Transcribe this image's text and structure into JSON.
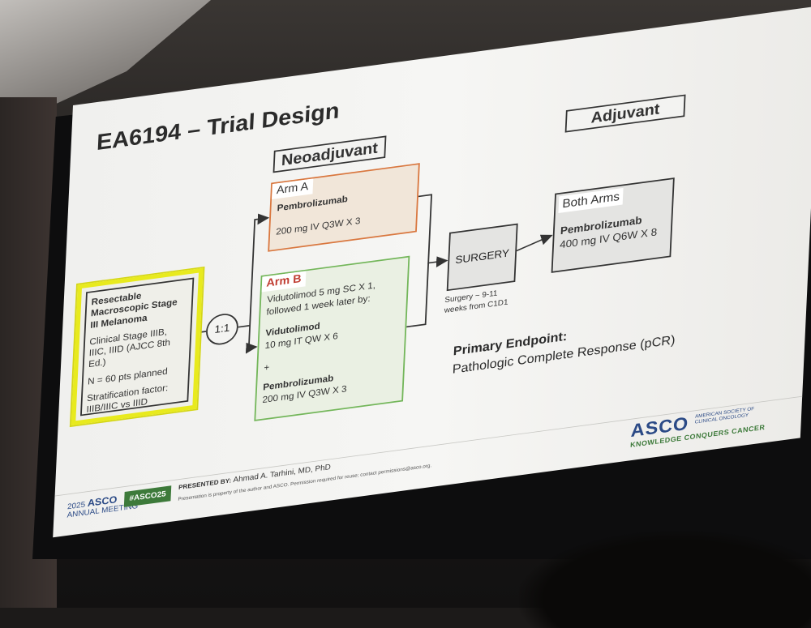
{
  "slide": {
    "title": "EA6194 – Trial Design",
    "phase_neoadjuvant": "Neoadjuvant",
    "phase_adjuvant": "Adjuvant",
    "population": {
      "heading": "Resectable Macroscopic Stage III Melanoma",
      "stage": "Clinical Stage IIIB, IIIC, IIID (AJCC 8th Ed.)",
      "n": "N = 60 pts planned",
      "strat_label": "Stratification factor:",
      "strat_value": "IIIB/IIIC vs IIID"
    },
    "randomization": "1:1",
    "arm_a": {
      "label": "Arm A",
      "drug": "Pembrolizumab",
      "dose": "200 mg IV Q3W X 3"
    },
    "arm_b": {
      "label": "Arm B",
      "line1": "Vidutolimod 5 mg SC X 1,",
      "line2": "followed 1 week later by:",
      "drug1": "Vidutolimod",
      "dose1": "10 mg IT QW X 6",
      "plus": "+",
      "drug2": "Pembrolizumab",
      "dose2": "200 mg IV Q3W X 3"
    },
    "surgery": {
      "label": "SURGERY",
      "note1": "Surgery ~ 9-11",
      "note2": "weeks from C1D1"
    },
    "both_arms": {
      "label": "Both Arms",
      "drug": "Pembrolizumab",
      "dose": "400 mg IV Q6W X 8"
    },
    "endpoint": {
      "title": "Primary Endpoint:",
      "text": "Pathologic Complete Response (pCR)"
    },
    "footer": {
      "year": "2025",
      "asco": "ASCO",
      "meeting": "ANNUAL MEETING",
      "hashtag": "#ASCO25",
      "presented_by": "PRESENTED BY:",
      "presenter": "Ahmad A. Tarhini, MD, PhD",
      "legal": "Presentation is property of the author and ASCO. Permission required for reuse; contact permissions@asco.org.",
      "logo": "ASCO",
      "logo_sub1": "AMERICAN SOCIETY OF",
      "logo_sub2": "CLINICAL ONCOLOGY",
      "tagline": "KNOWLEDGE CONQUERS CANCER"
    }
  },
  "colors": {
    "highlight_yellow": "#e8ea1e",
    "arm_a_border": "#d9773f",
    "arm_a_fill": "#f1e6d9",
    "arm_b_border": "#73b65a",
    "arm_b_fill": "#eaf0e3",
    "arm_b_label": "#c03d32",
    "asco_blue": "#2b4a86",
    "asco_green": "#3d7a3a"
  }
}
